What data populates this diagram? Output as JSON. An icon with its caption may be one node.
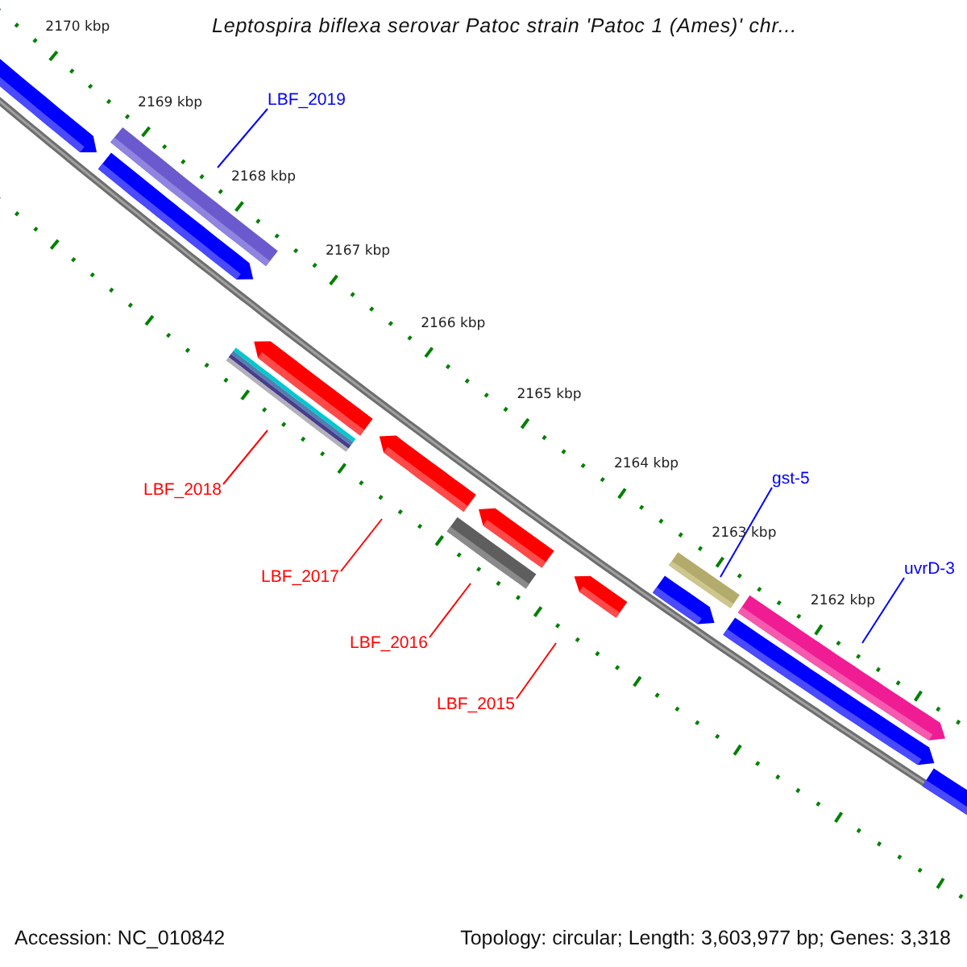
{
  "diagram": {
    "title": "Leptospira biflexa serovar Patoc strain 'Patoc 1 (Ames)' chr...",
    "nodes": [
      {
        "text": [
          "LBF_2019"
        ]
      },
      {
        "text": [
          "gst-5"
        ]
      },
      {
        "text": [
          "LBF_2018"
        ]
      },
      {
        "text": [
          "uvrD-3"
        ]
      },
      {
        "text": [
          "LBF_2017"
        ]
      },
      {
        "text": [
          "LBF_2016"
        ]
      },
      {
        "text": [
          "LBF_2015"
        ]
      },
      {
        "text": [],
        "shape": "bar"
      }
    ],
    "edges": [
      {
        "from": 0,
        "to": null,
        "arrow": "none",
        "color": "#0000ff"
      },
      {
        "from": 1,
        "to": 7,
        "arrow": "none",
        "color": "#0000ff"
      },
      {
        "from": 2,
        "to": null,
        "arrow": "none"
      },
      {
        "from": 3,
        "to": null,
        "arrow": "none",
        "color": "#0000ff"
      },
      {
        "from": 4,
        "to": null,
        "arrow": "none"
      },
      {
        "from": 5,
        "to": null,
        "arrow": "none"
      },
      {
        "from": 6,
        "to": null,
        "arrow": "none"
      }
    ],
    "labels": [
      "2170 kbp",
      "2169 kbp",
      "2168 kbp",
      "2167 kbp",
      "2166 kbp",
      "2165 kbp",
      "2164 kbp",
      "2163 kbp",
      "2162 kbp",
      "Accession: NC_010842",
      "Topology: circular; Length: 3,603,977 bp; Genes: 3,318"
    ]
  }
}
